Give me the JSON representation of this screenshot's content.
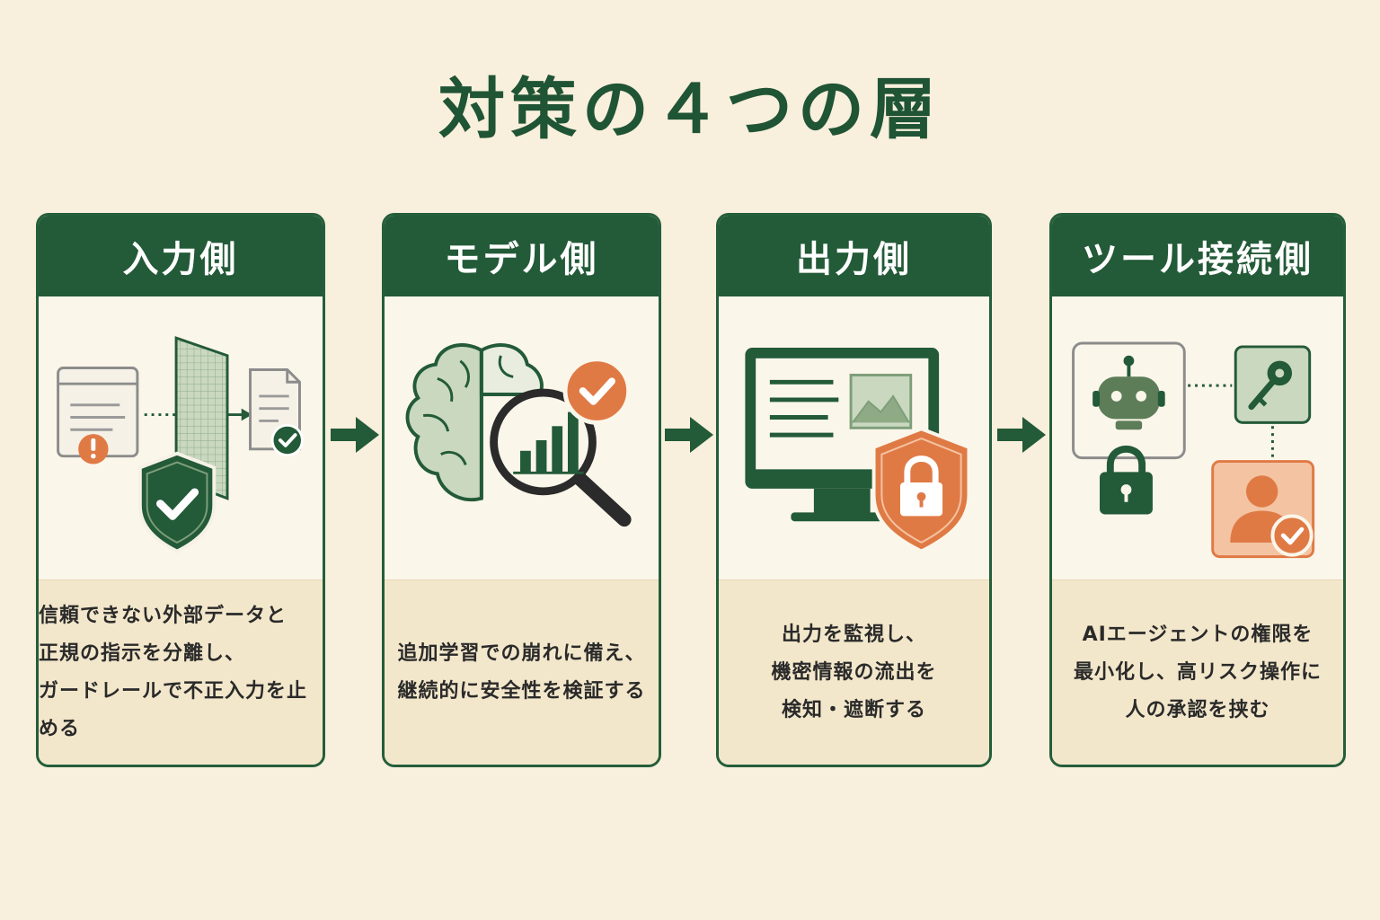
{
  "title": "対策の４つの層",
  "cards": [
    {
      "heading": "入力側",
      "icons": [
        "browser-window-icon",
        "warning-icon",
        "filter-grid-icon",
        "document-icon",
        "shield-check-icon"
      ],
      "lines": [
        "信頼できない外部データと",
        "正規の指示を分離し、",
        "ガードレールで不正入力を止める"
      ]
    },
    {
      "heading": "モデル側",
      "icons": [
        "brain-icon",
        "magnifier-icon",
        "bar-chart-icon",
        "check-badge-icon"
      ],
      "lines": [
        "追加学習での崩れに備え、",
        "継続的に安全性を検証する"
      ]
    },
    {
      "heading": "出力側",
      "icons": [
        "monitor-icon",
        "shield-lock-icon"
      ],
      "lines": [
        "出力を監視し、",
        "機密情報の流出を",
        "検知・遮断する"
      ]
    },
    {
      "heading": "ツール接続側",
      "icons": [
        "robot-icon",
        "key-icon",
        "lock-icon",
        "user-approval-icon"
      ],
      "lines": [
        "AIエージェントの権限を",
        "最小化し、高リスク操作に",
        "人の承認を挟む"
      ]
    }
  ],
  "colors": {
    "background": "#f8efdc",
    "primary_green": "#235a38",
    "accent_orange": "#e07a45",
    "light_green": "#7e9e7a",
    "desc_background": "#f3e7cb"
  }
}
